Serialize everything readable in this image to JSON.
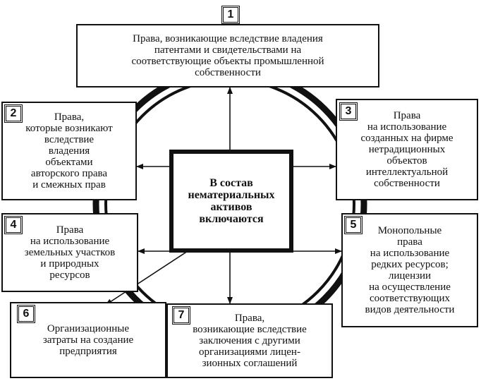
{
  "center": {
    "label": "В состав\nнематериальных\nактивов\nвключаются"
  },
  "boxes": [
    {
      "num": "1",
      "text": "Права, возникающие вследствие владения\nпатентами и свидетельствами на\nсоответствующие объекты промышленной\nсобственности"
    },
    {
      "num": "2",
      "text": "Права,\nкоторые возникают\nвследствие\nвладения\nобъектами\nавторского права\nи смежных прав"
    },
    {
      "num": "3",
      "text": "Права\nна использование\nсозданных на фирме\nнетрадиционных\nобъектов\nинтеллектуальной\nсобственности"
    },
    {
      "num": "4",
      "text": "Права\nна использование\nземельных участков\nи природных\nресурсов"
    },
    {
      "num": "5",
      "text": "Монопольные\nправа\nна использование\nредких ресурсов;\nлицензии\nна осуществление\nсоответствующих\nвидов деятельности"
    },
    {
      "num": "6",
      "text": "Организационные\nзатраты на создание\nпредприятия"
    },
    {
      "num": "7",
      "text": "Права,\nвозникающие вследствие\nзаключения с другими\nорганизациями лицен-\nзионных соглашений"
    }
  ]
}
